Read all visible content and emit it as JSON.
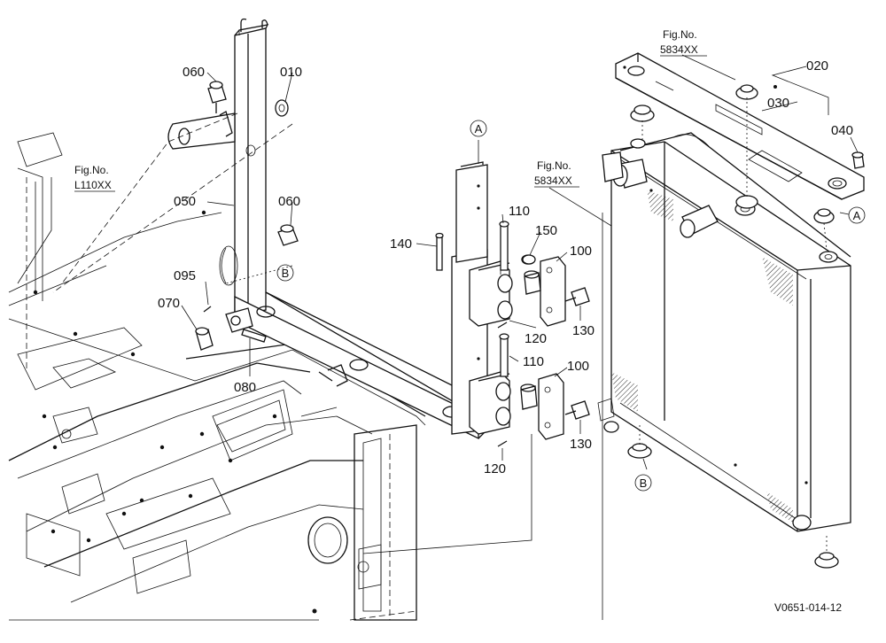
{
  "diagram": {
    "labels": {
      "l010": "010",
      "l020": "020",
      "l030": "030",
      "l040": "040",
      "l050": "050",
      "l060a": "060",
      "l060b": "060",
      "l070": "070",
      "l080": "080",
      "l095": "095",
      "l100a": "100",
      "l100b": "100",
      "l110a": "110",
      "l110b": "110",
      "l120a": "120",
      "l120b": "120",
      "l130a": "130",
      "l130b": "130",
      "l140": "140",
      "l150": "150"
    },
    "circled": {
      "a_top": "A",
      "a_right": "A",
      "b_mid": "B",
      "b_bottom": "B"
    },
    "fig_refs": {
      "ref1_line1": "Fig.No.",
      "ref1_line2": "L110XX",
      "ref2_line1": "Fig.No.",
      "ref2_line2": "5834XX",
      "ref3_line1": "Fig.No.",
      "ref3_line2": "5834XX"
    },
    "drawing_code": "V0651-014-12"
  }
}
